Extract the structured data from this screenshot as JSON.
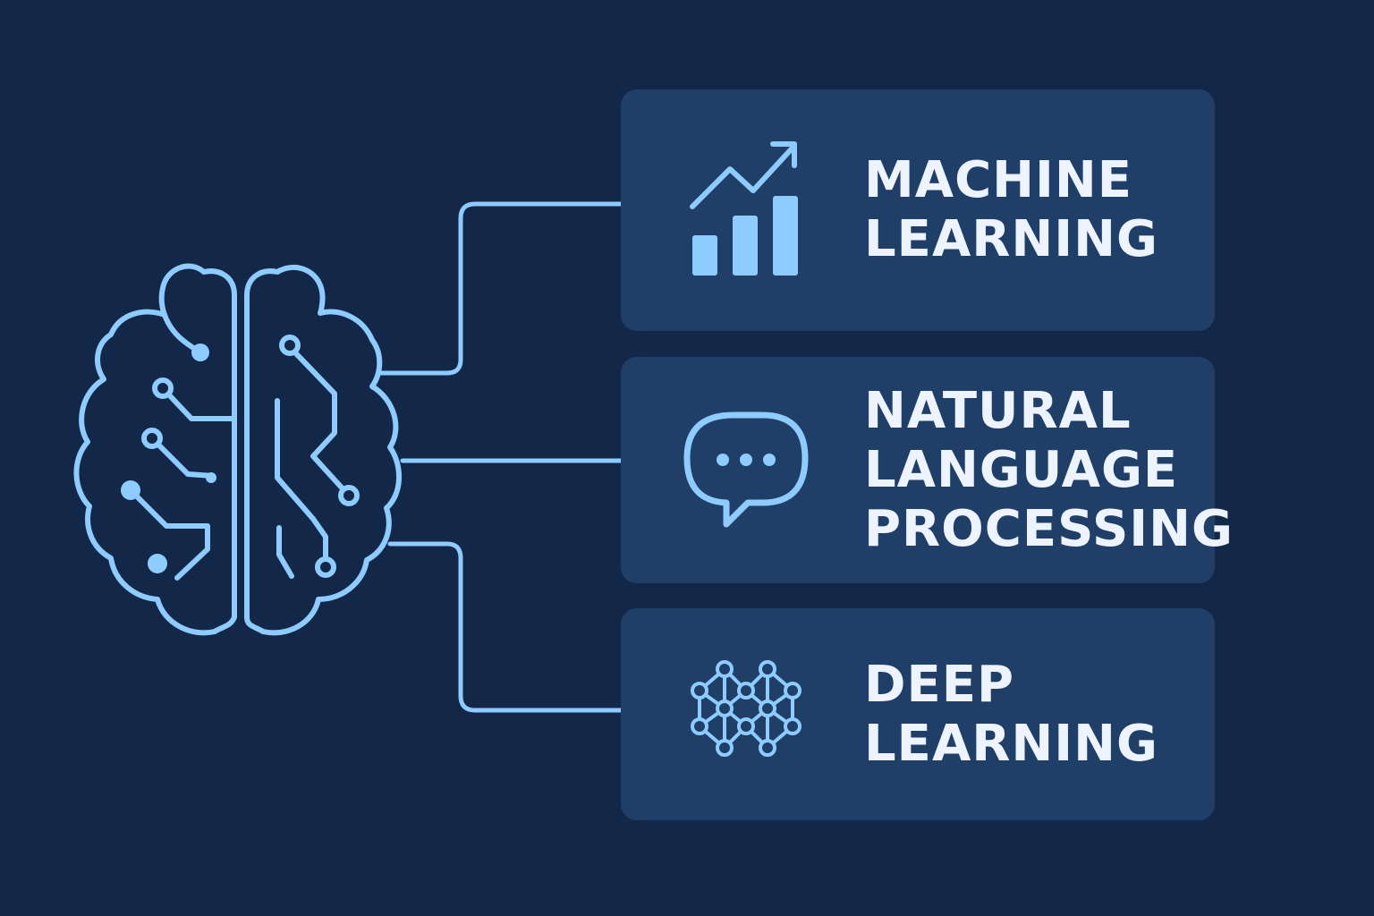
{
  "palette": {
    "background": "#132849",
    "card": "#1f3f68",
    "accent": "#8ecbff",
    "text": "#eef4ff"
  },
  "hub": {
    "icon": "brain-circuit-icon"
  },
  "cards": [
    {
      "id": "machine-learning",
      "icon": "chart-growth-icon",
      "label_lines": [
        "MACHINE",
        "LEARNING"
      ]
    },
    {
      "id": "natural-language-processing",
      "icon": "chat-bubble-icon",
      "label_lines": [
        "NATURAL",
        "LANGUAGE",
        "PROCESSING"
      ]
    },
    {
      "id": "deep-learning",
      "icon": "neural-network-icon",
      "label_lines": [
        "DEEP",
        "LEARNING"
      ]
    }
  ]
}
